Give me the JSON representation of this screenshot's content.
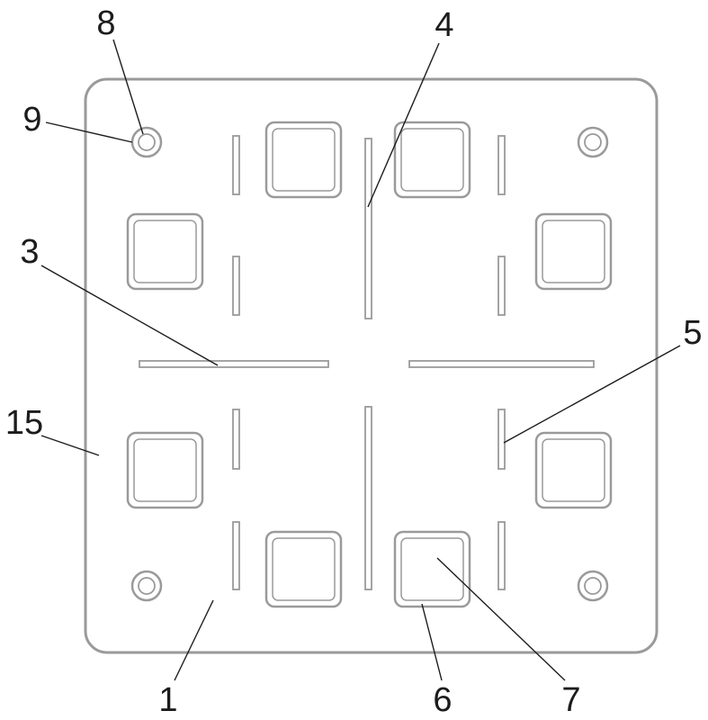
{
  "figure": {
    "kind": "patent-style line drawing of a square plate",
    "background": "#ffffff",
    "line_color": "#9a9a9a",
    "leader_color": "#1c1c1c",
    "dot_color": "#ababab"
  },
  "labels": [
    {
      "text": "8"
    },
    {
      "text": "9"
    },
    {
      "text": "4"
    },
    {
      "text": "3"
    },
    {
      "text": "5"
    },
    {
      "text": "15"
    },
    {
      "text": "1"
    },
    {
      "text": "6"
    },
    {
      "text": "7"
    }
  ]
}
